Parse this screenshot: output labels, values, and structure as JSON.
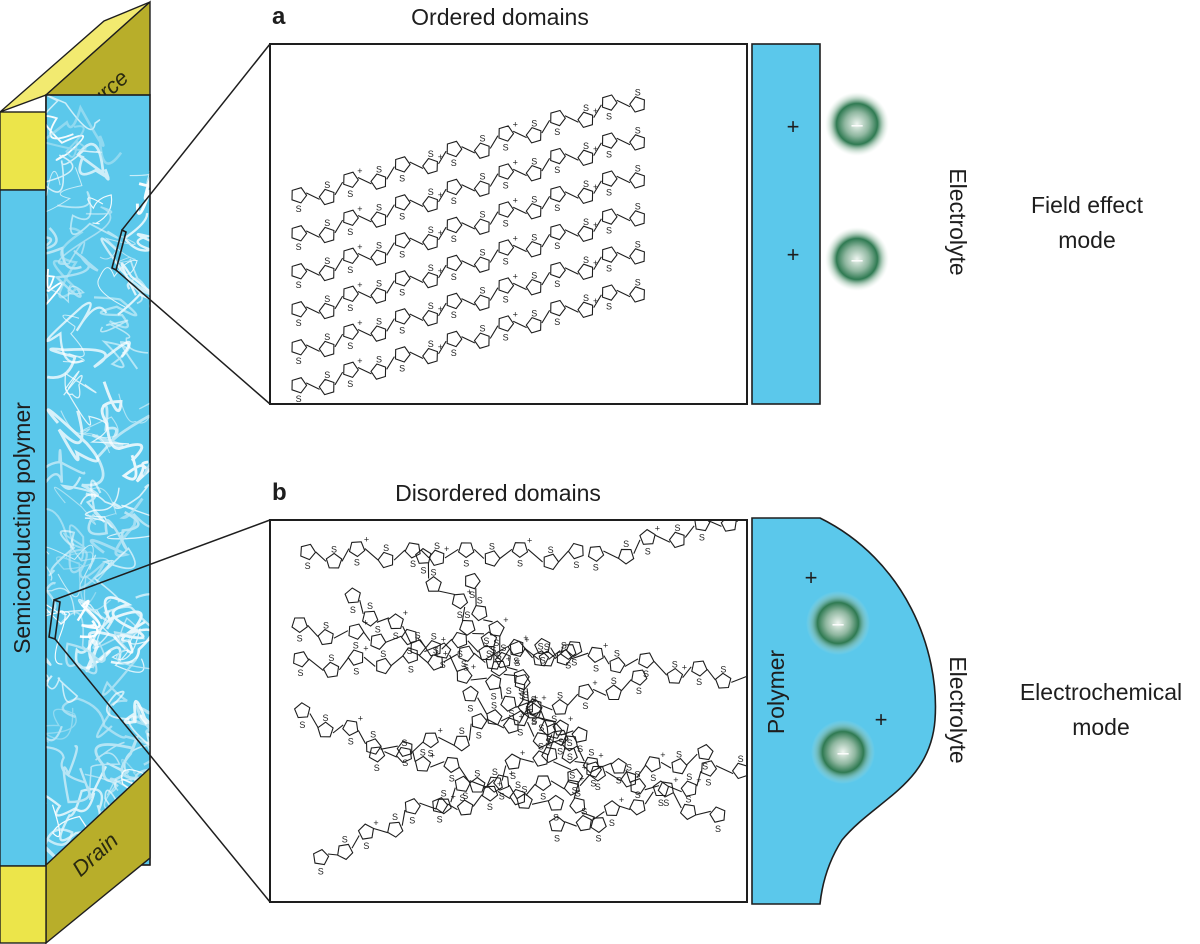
{
  "device": {
    "source_label": "Source",
    "drain_label": "Drain",
    "channel_label": "Semiconducting polymer"
  },
  "panel_a": {
    "letter": "a",
    "title": "Ordered domains",
    "electrolyte_label": "Electrolyte",
    "mode_label_line1": "Field effect",
    "mode_label_line2": "mode",
    "hole_symbol": "+",
    "anion_symbol": "–"
  },
  "panel_b": {
    "letter": "b",
    "title": "Disordered domains",
    "polymer_label": "Polymer",
    "electrolyte_label": "Electrolyte",
    "mode_label_line1": "Electrochemical",
    "mode_label_line2": "mode",
    "hole_symbol": "+",
    "anion_symbol": "–"
  },
  "molecule": {
    "atom_label": "S",
    "charge_symbol": "+"
  },
  "colors": {
    "polymer_blue": "#5bc8eb",
    "contact_yellow": "#ece54a",
    "contact_dark": "#b8ae2a",
    "ion_green": "#2f7a52",
    "fiber_white": "#ffffff",
    "fiber_light_blue": "#b9e6f5"
  }
}
